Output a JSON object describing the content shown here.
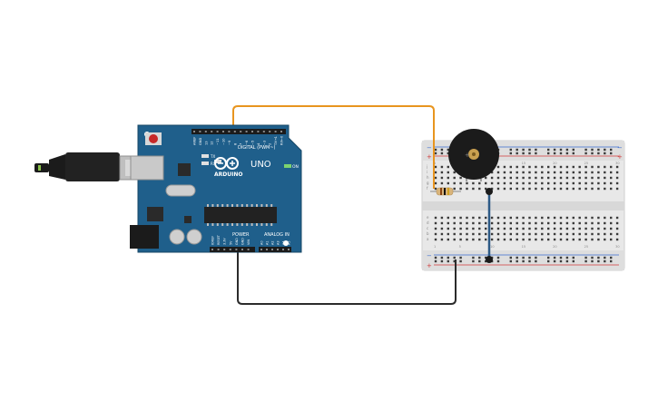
{
  "arduino": {
    "brand": "ARDUINO",
    "model": "UNO",
    "digital_header": "DIGITAL (PWM~)",
    "on_label": "ON",
    "tx_label": "TX",
    "rx_label": "RX",
    "power_label": "POWER",
    "analog_label": "ANALOG IN",
    "digital_pins": [
      "AREF",
      "GND",
      "13",
      "12",
      "~11",
      "~10",
      "~9",
      "8",
      "7",
      "~6",
      "~5",
      "4",
      "~3",
      "2",
      "TX→1",
      "RX←0"
    ],
    "power_pins": [
      "IOREF",
      "RESET",
      "3.3V",
      "5V",
      "GND",
      "GND",
      "VIN"
    ],
    "analog_pins": [
      "A0",
      "A1",
      "A2",
      "A3",
      "A4",
      "A5"
    ],
    "board_color": "#1f5f8b"
  },
  "breadboard": {
    "col_numbers": [
      "1",
      "",
      "",
      "",
      "5",
      "",
      "",
      "",
      "",
      "10",
      "",
      "",
      "",
      "",
      "15",
      "",
      "",
      "",
      "",
      "20",
      "",
      "",
      "",
      "",
      "25",
      "",
      "",
      "",
      "",
      "30"
    ],
    "row_letters_top": [
      "j",
      "i",
      "h",
      "g",
      "f"
    ],
    "row_letters_bottom": [
      "e",
      "d",
      "c",
      "b",
      "a"
    ],
    "rail_plus": "+",
    "rail_minus": "−"
  },
  "wires": {
    "signal_color": "#e8951f",
    "ground_color": "#2b2b2b",
    "jumper_color": "#2d5a86"
  },
  "parts": {
    "buzzer_color": "#1b1b1b",
    "resistor_color": "#d9b47a"
  }
}
